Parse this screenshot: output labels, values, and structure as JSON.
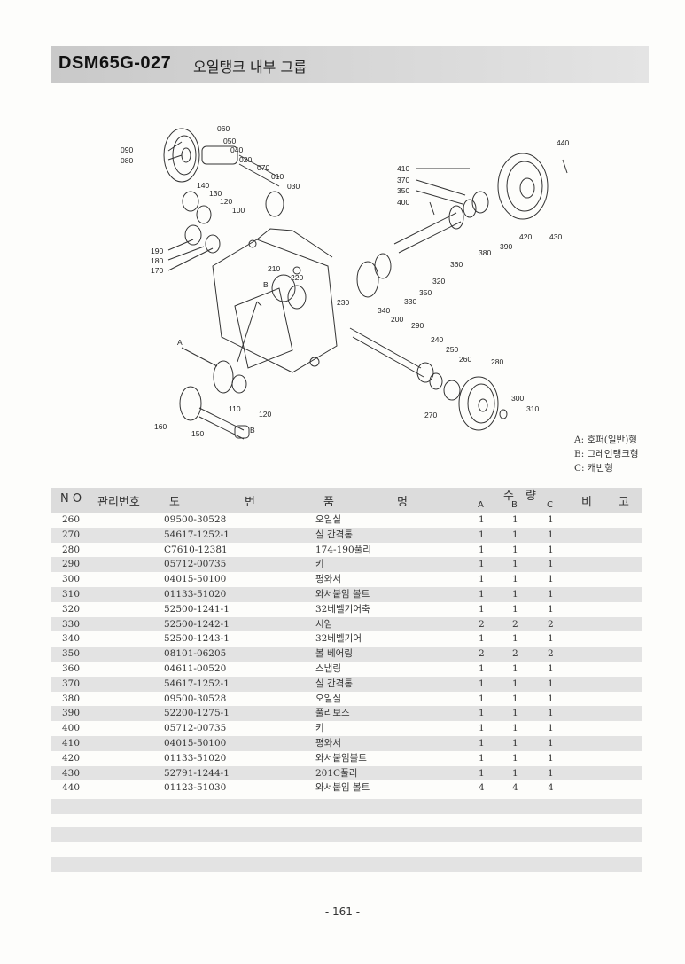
{
  "header": {
    "code": "DSM65G-027",
    "title": "오일탱크 내부 그룹"
  },
  "diagram_labels": {
    "l060": "060",
    "l050": "050",
    "l040": "040",
    "l020": "020",
    "l090": "090",
    "l080": "080",
    "l070": "070",
    "l010": "010",
    "l030": "030",
    "l140": "140",
    "l130": "130",
    "l120": "120",
    "l100": "100",
    "l190": "190",
    "l180": "180",
    "l170": "170",
    "l210": "210",
    "l220": "220",
    "l230": "230",
    "l440": "440",
    "l410": "410",
    "l370": "370",
    "l350": "350",
    "l400": "400",
    "l420": "420",
    "l430": "430",
    "l390": "390",
    "l380": "380",
    "l360": "360",
    "l320": "320",
    "l350b": "350",
    "l330": "330",
    "l340": "340",
    "l200": "200",
    "l290": "290",
    "l240": "240",
    "l250": "250",
    "l260": "260",
    "l280": "280",
    "l300": "300",
    "l310": "310",
    "l270": "270",
    "l110": "110",
    "l120b": "120",
    "l160": "160",
    "l150": "150",
    "lA": "A",
    "lB1": "B",
    "lB2": "B"
  },
  "legend": {
    "a": "A: 호퍼(일반)형",
    "b": "B: 그레인탱크형",
    "c": "C: 캐빈형"
  },
  "table_header": {
    "no": "N O",
    "mgmt": "관리번호",
    "drawing_1": "도",
    "drawing_2": "번",
    "name_1": "품",
    "name_2": "명",
    "qty_1": "수",
    "qty_2": "량",
    "qa": "A",
    "qb": "B",
    "qc": "C",
    "remarks_1": "비",
    "remarks_2": "고"
  },
  "rows": [
    {
      "no": "260",
      "part": "09500-30528",
      "name": "오일실",
      "a": "1",
      "b": "1",
      "c": "1"
    },
    {
      "no": "270",
      "part": "54617-1252-1",
      "name": "실 간격통",
      "a": "1",
      "b": "1",
      "c": "1"
    },
    {
      "no": "280",
      "part": "C7610-12381",
      "name": "174-190풀리",
      "a": "1",
      "b": "1",
      "c": "1"
    },
    {
      "no": "290",
      "part": "05712-00735",
      "name": "키",
      "a": "1",
      "b": "1",
      "c": "1"
    },
    {
      "no": "300",
      "part": "04015-50100",
      "name": "평와서",
      "a": "1",
      "b": "1",
      "c": "1"
    },
    {
      "no": "310",
      "part": "01133-51020",
      "name": "와서붙임 볼트",
      "a": "1",
      "b": "1",
      "c": "1"
    },
    {
      "no": "320",
      "part": "52500-1241-1",
      "name": "32베벨기어축",
      "a": "1",
      "b": "1",
      "c": "1"
    },
    {
      "no": "330",
      "part": "52500-1242-1",
      "name": "시임",
      "a": "2",
      "b": "2",
      "c": "2"
    },
    {
      "no": "340",
      "part": "52500-1243-1",
      "name": "32베벨기어",
      "a": "1",
      "b": "1",
      "c": "1"
    },
    {
      "no": "350",
      "part": "08101-06205",
      "name": "볼 베어링",
      "a": "2",
      "b": "2",
      "c": "2"
    },
    {
      "no": "360",
      "part": "04611-00520",
      "name": "스냅링",
      "a": "1",
      "b": "1",
      "c": "1"
    },
    {
      "no": "370",
      "part": "54617-1252-1",
      "name": "실 간격통",
      "a": "1",
      "b": "1",
      "c": "1"
    },
    {
      "no": "380",
      "part": "09500-30528",
      "name": "오일실",
      "a": "1",
      "b": "1",
      "c": "1"
    },
    {
      "no": "390",
      "part": "52200-1275-1",
      "name": "풀리보스",
      "a": "1",
      "b": "1",
      "c": "1"
    },
    {
      "no": "400",
      "part": "05712-00735",
      "name": "키",
      "a": "1",
      "b": "1",
      "c": "1"
    },
    {
      "no": "410",
      "part": "04015-50100",
      "name": "평와서",
      "a": "1",
      "b": "1",
      "c": "1"
    },
    {
      "no": "420",
      "part": "01133-51020",
      "name": "와서붙임볼트",
      "a": "1",
      "b": "1",
      "c": "1"
    },
    {
      "no": "430",
      "part": "52791-1244-1",
      "name": "201C풀리",
      "a": "1",
      "b": "1",
      "c": "1"
    },
    {
      "no": "440",
      "part": "01123-51030",
      "name": "와서붙임 볼트",
      "a": "4",
      "b": "4",
      "c": "4"
    }
  ],
  "footer": {
    "page_number": "- 161 -"
  }
}
